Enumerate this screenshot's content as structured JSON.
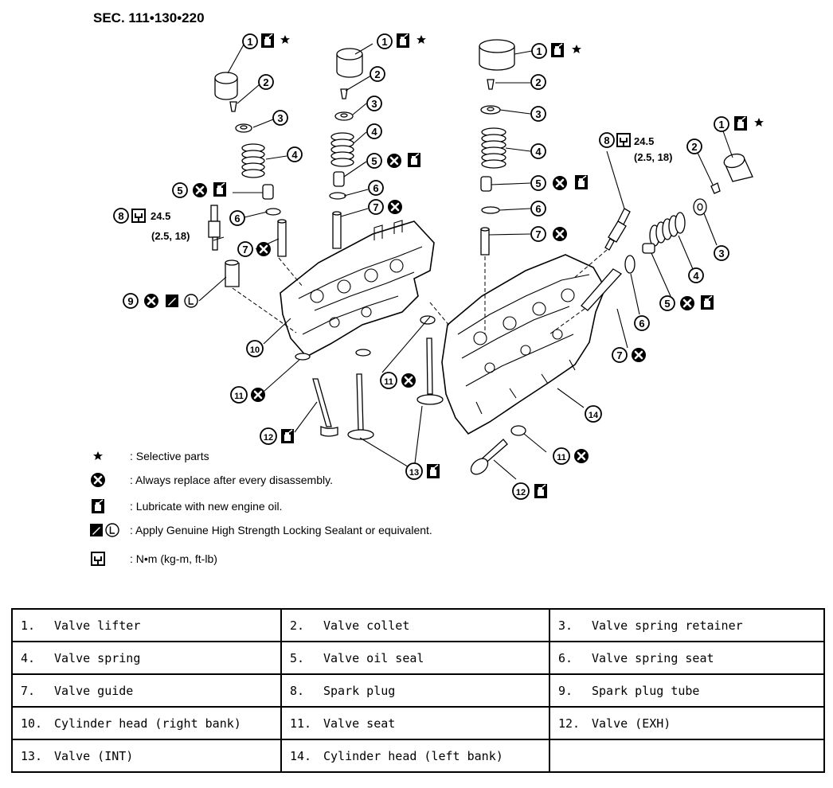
{
  "section_code": "SEC. 111•130•220",
  "callouts": {
    "n1": "1",
    "n2": "2",
    "n3": "3",
    "n4": "4",
    "n5": "5",
    "n6": "6",
    "n7": "7",
    "n8": "8",
    "n9": "9",
    "n10": "10",
    "n11": "11",
    "n12": "12",
    "n13": "13",
    "n14": "14"
  },
  "torque": {
    "value": "24.5",
    "conversion": "(2.5, 18)"
  },
  "legend": [
    {
      "symbol": "star-icon",
      "text": ": Selective parts"
    },
    {
      "symbol": "replace-icon",
      "text": ": Always replace after every disassembly."
    },
    {
      "symbol": "oil-can-icon",
      "text": ": Lubricate with new engine oil."
    },
    {
      "symbol": "sealant-icon",
      "text": ": Apply Genuine High Strength Locking Sealant or equivalent."
    },
    {
      "symbol": "torque-wrench-icon",
      "text": ": N•m (kg-m, ft-lb)"
    }
  ],
  "parts_table": [
    [
      {
        "num": "1.",
        "name": "Valve lifter"
      },
      {
        "num": "2.",
        "name": "Valve collet"
      },
      {
        "num": "3.",
        "name": "Valve spring retainer"
      }
    ],
    [
      {
        "num": "4.",
        "name": "Valve spring"
      },
      {
        "num": "5.",
        "name": "Valve oil seal"
      },
      {
        "num": "6.",
        "name": "Valve spring seat"
      }
    ],
    [
      {
        "num": "7.",
        "name": "Valve guide"
      },
      {
        "num": "8.",
        "name": "Spark plug"
      },
      {
        "num": "9.",
        "name": "Spark plug tube"
      }
    ],
    [
      {
        "num": "10.",
        "name": "Cylinder head (right bank)"
      },
      {
        "num": "11.",
        "name": "Valve seat"
      },
      {
        "num": "12.",
        "name": "Valve (EXH)"
      }
    ],
    [
      {
        "num": "13.",
        "name": "Valve (INT)"
      },
      {
        "num": "14.",
        "name": "Cylinder head (left bank)"
      },
      {
        "num": "",
        "name": ""
      }
    ]
  ]
}
